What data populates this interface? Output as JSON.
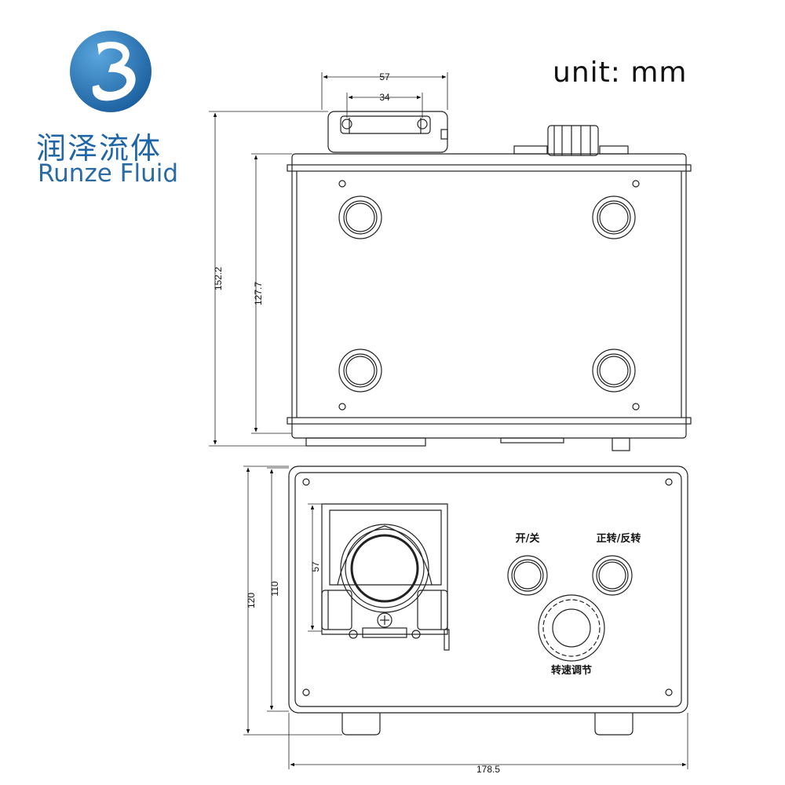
{
  "brand": {
    "name_cn": "润泽流体",
    "name_en": "Runze Fluid",
    "colors": {
      "primary": "#1f66a8",
      "light": "#5aa6dd"
    }
  },
  "unit_label": "unit: mm",
  "dimensions": {
    "top_width_outer": "57",
    "top_width_inner": "34",
    "height_total": "152.2",
    "height_body": "127.7",
    "front_height_total": "120",
    "front_height_panel": "110",
    "pump_head_height": "57",
    "front_width": "178.5"
  },
  "panel_labels": {
    "power": "开/关",
    "direction": "正转/反转",
    "speed": "转速调节"
  }
}
